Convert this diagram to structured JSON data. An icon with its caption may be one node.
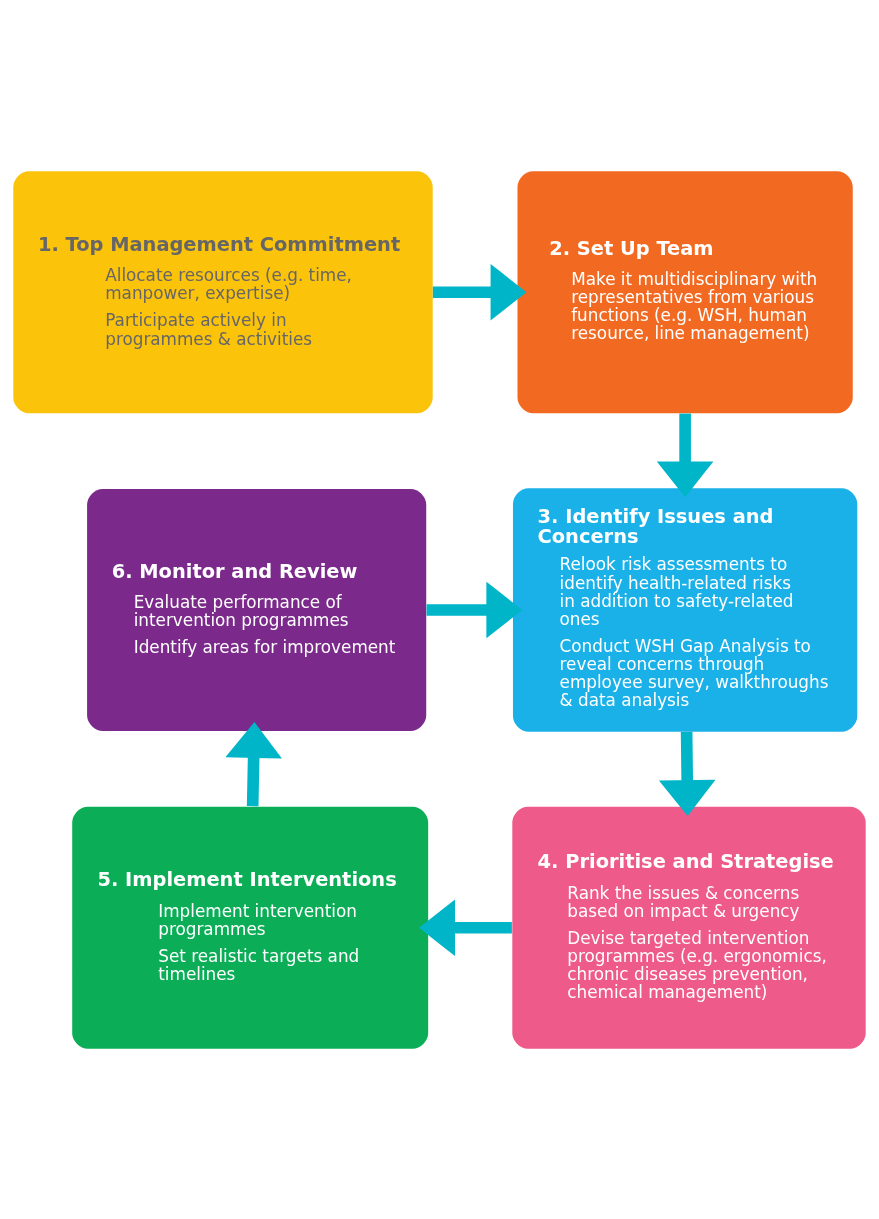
{
  "diagram": {
    "nodes": [
      {
        "text": [
          "1. Top Management Commitment",
          "Allocate resources (e.g. time, manpower, expertise)",
          "Participate actively in programmes & activities"
        ]
      },
      {
        "text": [
          "2. Set Up Team",
          "Make it multidisciplinary with representatives from various functions (e.g. WSH, human resource, line management)"
        ]
      },
      {
        "text": [
          "3. Identify Issues and Concerns",
          "Relook risk assessments to identify health-related risks in addition to safety-related ones",
          "Conduct WSH Gap Analysis to reveal concerns through employee survey, walkthroughs & data analysis"
        ]
      },
      {
        "text": [
          "4. Prioritise and Strategise",
          "Rank the issues & concerns based on impact & urgency",
          "Devise targeted intervention programmes (e.g. ergonomics, chronic diseases prevention, chemical management)"
        ]
      },
      {
        "text": [
          "5. Implement Interventions",
          "Implement intervention programmes",
          "Set realistic targets and timelines"
        ]
      },
      {
        "text": [
          "6. Monitor and Review",
          "Evaluate performance of intervention programmes",
          "Identify areas for improvement"
        ]
      }
    ],
    "edges": [
      {
        "from": 0,
        "to": 1,
        "arrow": "to"
      },
      {
        "from": 1,
        "to": 2,
        "arrow": "to"
      },
      {
        "from": 2,
        "to": 3,
        "arrow": "to"
      },
      {
        "from": 3,
        "to": 4,
        "arrow": "to"
      },
      {
        "from": 4,
        "to": 5,
        "arrow": "to"
      },
      {
        "from": 5,
        "to": 2,
        "arrow": "to"
      }
    ]
  }
}
